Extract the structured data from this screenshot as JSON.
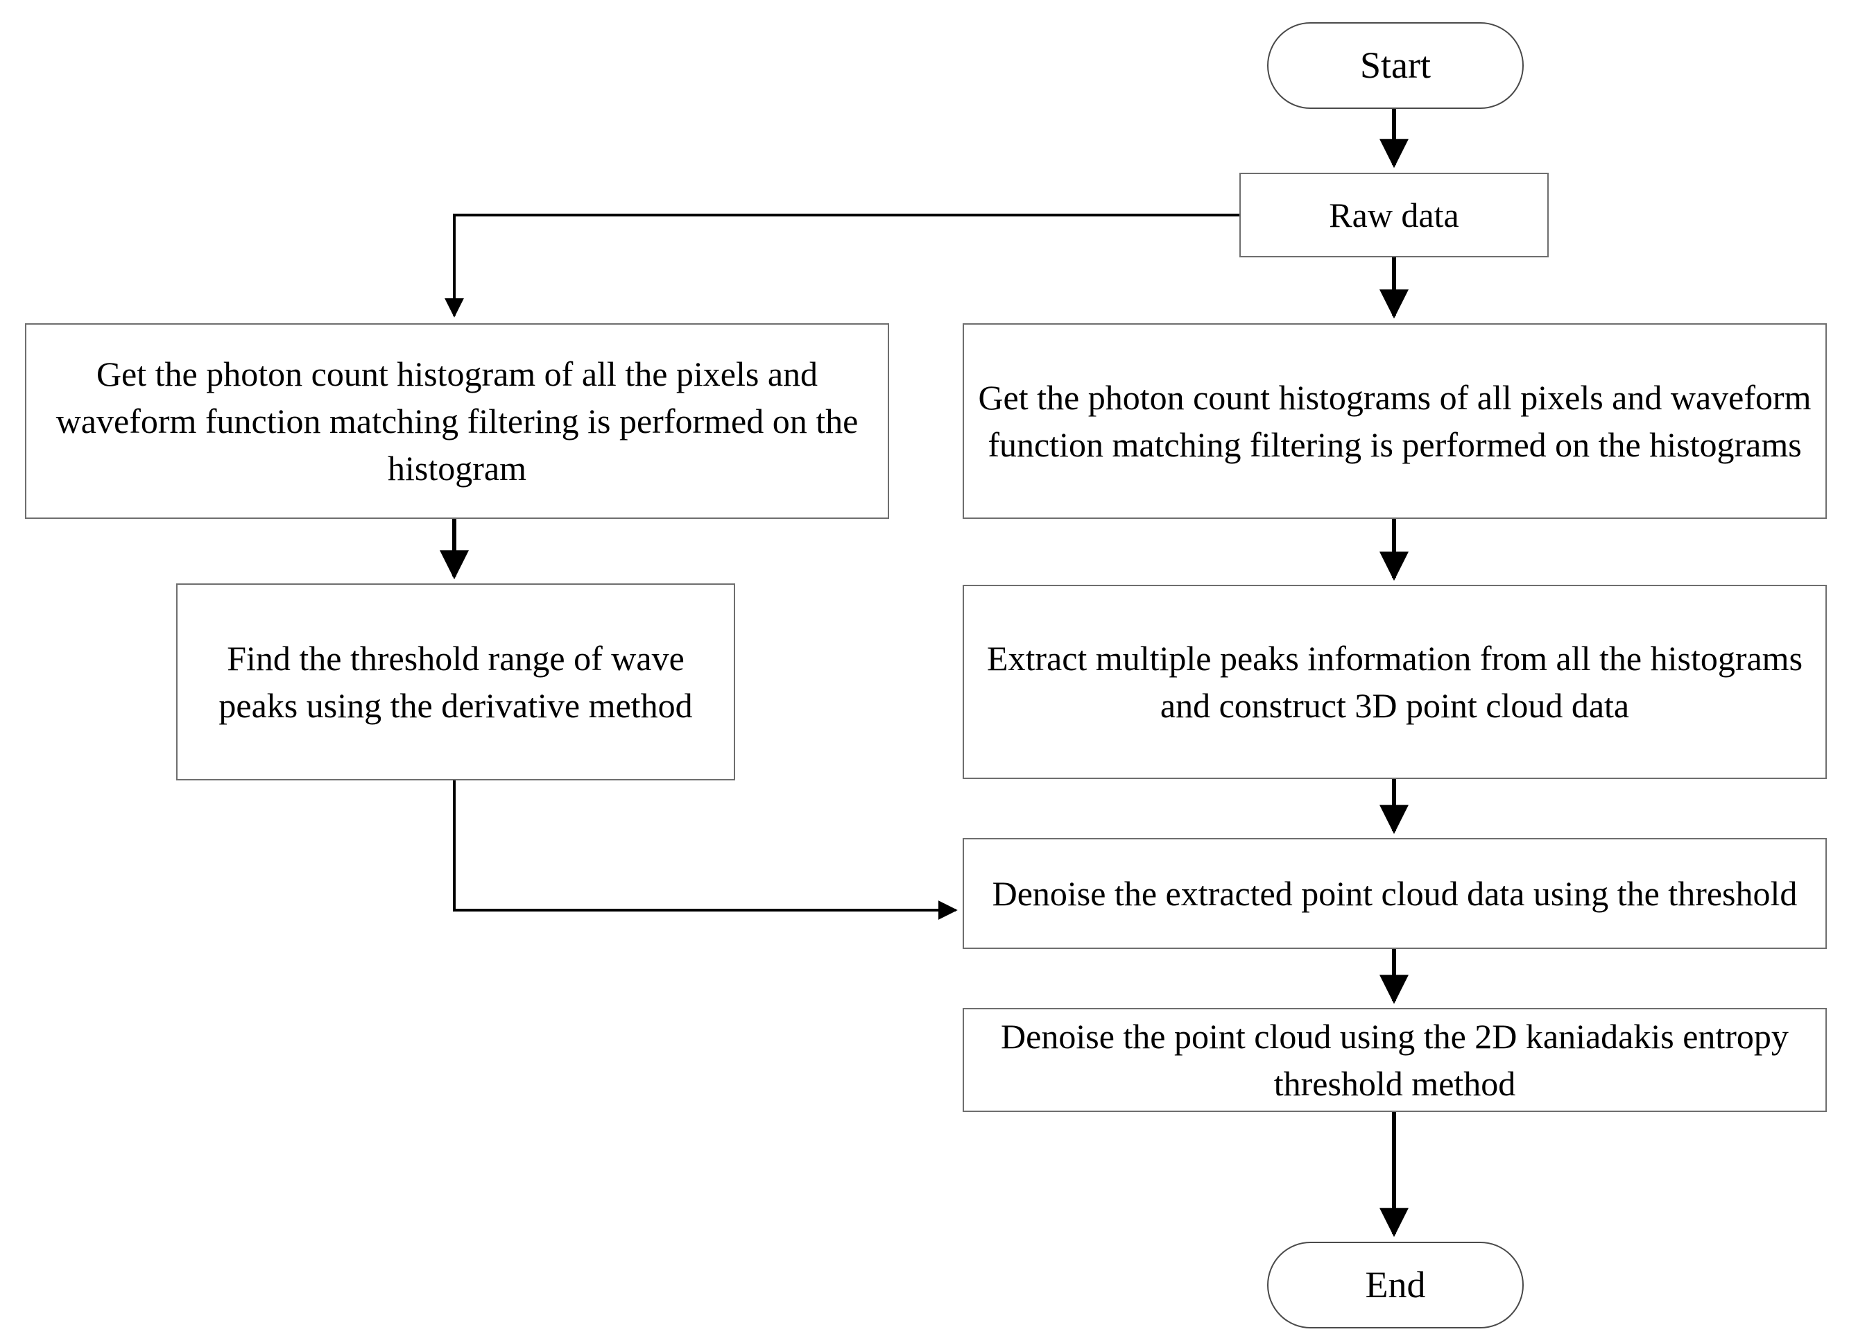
{
  "diagram": {
    "title": "Photon counting point cloud denoising flowchart",
    "background_color": "#ffffff",
    "line_color": "#000000",
    "box_border_color": "#6e6e6e",
    "text_color": "#000000"
  },
  "nodes": {
    "start": {
      "label": "Start",
      "shape": "terminal"
    },
    "raw_data": {
      "label": "Raw data",
      "shape": "process"
    },
    "left_histogram": {
      "label": "Get the photon count histogram of all the pixels and waveform function matching filtering is performed on the histogram",
      "shape": "process"
    },
    "left_threshold": {
      "label": "Find the threshold range of wave peaks using the derivative method",
      "shape": "process"
    },
    "right_histograms": {
      "label": "Get the photon count histograms of all pixels and waveform function matching filtering is performed on the histograms",
      "shape": "process"
    },
    "right_extract": {
      "label": "Extract multiple peaks information from all the histograms and construct 3D point cloud data",
      "shape": "process"
    },
    "right_denoise_threshold": {
      "label": "Denoise the extracted point cloud data using the threshold",
      "shape": "process"
    },
    "right_denoise_entropy": {
      "label": "Denoise the point cloud using the 2D kaniadakis entropy threshold method",
      "shape": "process"
    },
    "end": {
      "label": "End",
      "shape": "terminal"
    }
  },
  "edges": [
    {
      "from": "start",
      "to": "raw_data",
      "style": "straight-down"
    },
    {
      "from": "raw_data",
      "to": "left_histogram",
      "style": "left-then-down"
    },
    {
      "from": "raw_data",
      "to": "right_histograms",
      "style": "straight-down"
    },
    {
      "from": "left_histogram",
      "to": "left_threshold",
      "style": "straight-down"
    },
    {
      "from": "left_threshold",
      "to": "right_denoise_threshold",
      "style": "down-then-right"
    },
    {
      "from": "right_histograms",
      "to": "right_extract",
      "style": "straight-down"
    },
    {
      "from": "right_extract",
      "to": "right_denoise_threshold",
      "style": "straight-down"
    },
    {
      "from": "right_denoise_threshold",
      "to": "right_denoise_entropy",
      "style": "straight-down"
    },
    {
      "from": "right_denoise_entropy",
      "to": "end",
      "style": "straight-down"
    }
  ]
}
